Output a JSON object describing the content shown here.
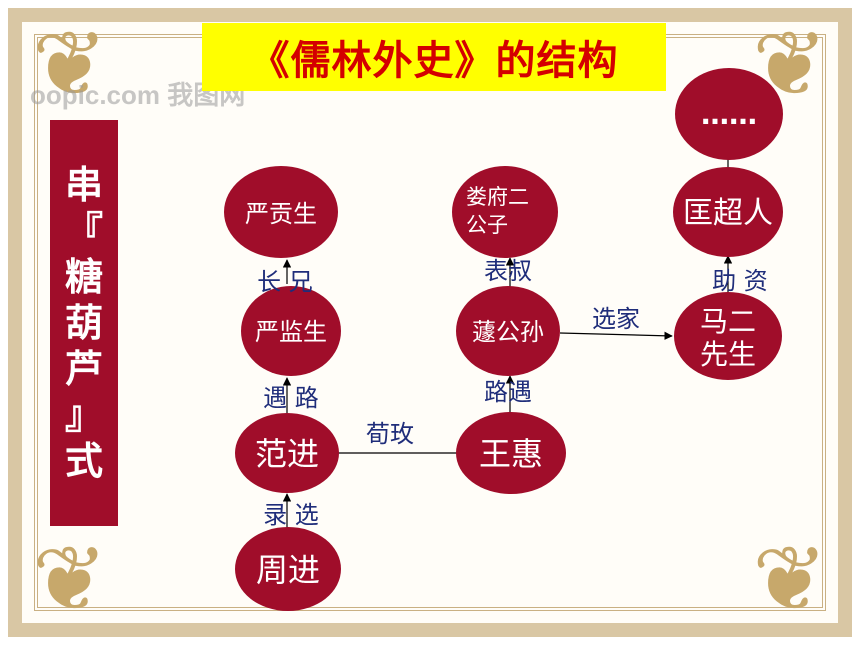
{
  "title": "《儒林外史》的结构",
  "watermark": "oopic.com 我图网",
  "side_banner": [
    "串",
    "『",
    "糖",
    "葫",
    "芦",
    "』",
    "式"
  ],
  "colors": {
    "node_fill": "#a00d2a",
    "title_bg": "#ffff00",
    "title_text": "#d40000",
    "edge_label": "#1f2d7a"
  },
  "nodes": {
    "yan_gongsheng": "严贡生",
    "yan_jiansheng": "严监生",
    "fan_jin": "范进",
    "zhou_jin": "周进",
    "lou_fu": [
      "娄府二",
      "公子"
    ],
    "qu_gongsun": "蘧公孙",
    "wang_hui": "王惠",
    "ellipsis": "……",
    "kuang_chaoren": "匡超人",
    "ma_er": [
      "马二",
      "先生"
    ]
  },
  "edges": {
    "zhou_to_fan": "录 选",
    "fan_to_yan_jian": "遇 路",
    "yan_jian_to_yan_gong": "长 兄",
    "fan_to_wang": "荀玫",
    "wang_to_qu": "路遇",
    "qu_to_lou": "表叔",
    "qu_to_ma": "选家",
    "ma_to_kuang": "助 资"
  }
}
